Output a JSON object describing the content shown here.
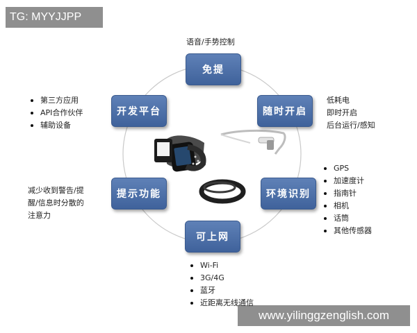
{
  "watermark_tag": "TG: MYYJJPP",
  "watermark_url": "www.yilinggzenglish.com",
  "nodes": {
    "top": "免提",
    "top_right": "随时开启",
    "right": "环境识别",
    "bottom": "可上网",
    "left": "提示功能",
    "top_left": "开发平台"
  },
  "labels": {
    "top": "语音/手势控制",
    "top_right": [
      "低耗电",
      "即时开启",
      "后台运行/感知"
    ],
    "left": [
      "减少收到警告/提",
      "醒/信息时分散的",
      "注意力"
    ]
  },
  "lists": {
    "top_left": [
      "第三方应用",
      "API合作伙伴",
      "辅助设备"
    ],
    "right": [
      "GPS",
      "加速度计",
      "指南针",
      "相机",
      "话筒",
      "其他传感器"
    ],
    "bottom": [
      "Wi-Fi",
      "3G/4G",
      "蓝牙",
      "近距离无线通信"
    ]
  }
}
